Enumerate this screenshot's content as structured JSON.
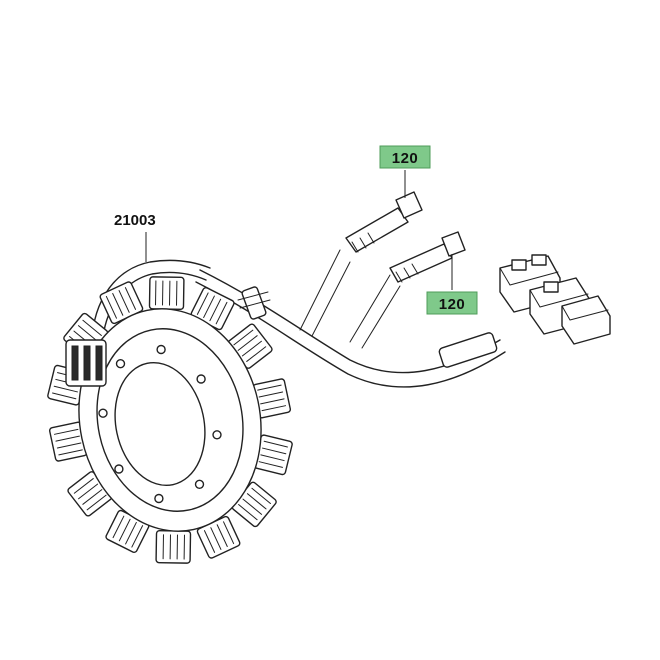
{
  "callouts": {
    "stator_part_number": "21003",
    "bolt_upper_ref": "120",
    "bolt_lower_ref": "120"
  },
  "colors": {
    "badge_fill": "#7fc98a",
    "badge_border": "#4f9c5a",
    "line_art": "#222222",
    "background": "#ffffff"
  }
}
